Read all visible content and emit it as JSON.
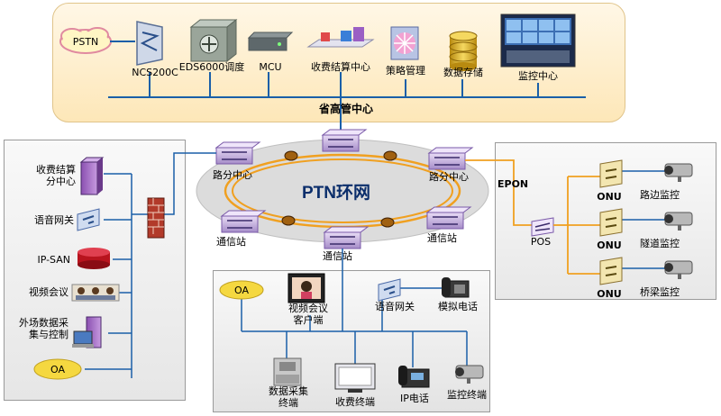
{
  "top": {
    "pstn": "PSTN",
    "ncs": "NCS200C",
    "eds": "EDS6000调度",
    "mcu": "MCU",
    "billing_center": "收费结算中心",
    "policy": "策略管理",
    "storage": "数据存储",
    "monitor_center": "监控中心",
    "bus_label": "省高管中心"
  },
  "ring": {
    "title": "PTN环网",
    "node_left_top": "路分中心",
    "node_right_top": "路分中心",
    "node_left_bottom": "通信站",
    "node_right_bottom": "通信站",
    "node_bottom": "通信站"
  },
  "left": {
    "billing_sub": "收费结算\n分中心",
    "voice_gw": "语音网关",
    "ipsan": "IP-SAN",
    "video_conf": "视频会议",
    "field_data": "外场数据采\n集与控制",
    "oa": "OA"
  },
  "right": {
    "epon": "EPON",
    "pos": "POS",
    "onu_labels": [
      "ONU",
      "ONU",
      "ONU"
    ],
    "cam_labels": [
      "路边监控",
      "隧道监控",
      "桥梁监控"
    ]
  },
  "bottom": {
    "oa": "OA",
    "video_client": "视频会议\n客户端",
    "voice_gw": "语音网关",
    "analog_phone": "模拟电话",
    "data_terminal": "数据采集\n终端",
    "billing_terminal": "收费终端",
    "ip_phone": "IP电话",
    "monitor_terminal": "监控终端"
  },
  "colors": {
    "bus_blue": "#1a5fa8",
    "orange": "#f0a020",
    "ring_fill": "#dcdcdc"
  }
}
